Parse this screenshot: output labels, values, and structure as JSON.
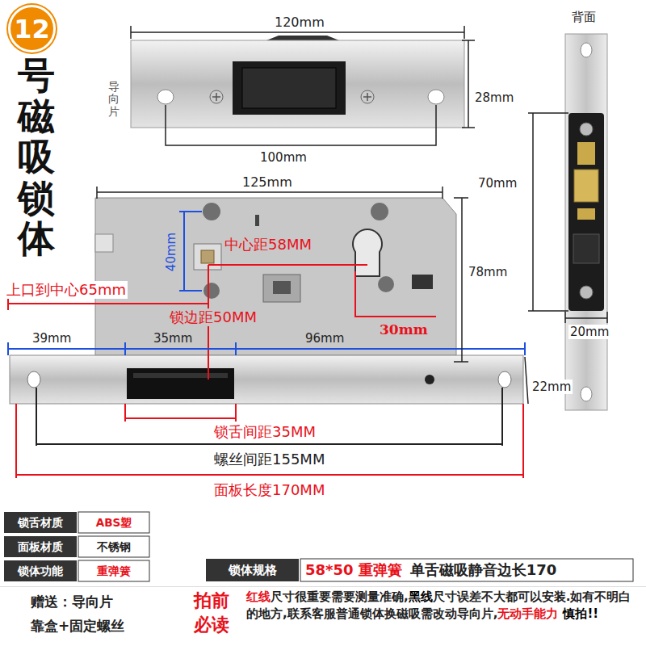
{
  "diagram": {
    "title": "号磁吸锁体",
    "nodes": [
      {
        "text": [
          "12"
        ]
      }
    ],
    "labels": [
      "120mm",
      "导向片",
      "28mm",
      "100mm",
      "背面",
      "70mm",
      "20mm",
      "125mm",
      "40mm",
      "中心距58MM",
      "上口到中心65mm",
      "锁边距50MM",
      "30mm",
      "39mm",
      "35mm",
      "96mm",
      "78mm",
      "22mm",
      "锁舌间距35MM",
      "螺丝间距155MM",
      "面板长度170MM",
      "锁舌材质",
      "ABS塑",
      "面板材质",
      "不锈钢",
      "锁体功能",
      "重弹簧",
      "锁体规格",
      "58*50 重弹簧",
      "单舌磁吸静音边长170",
      "赠送：导向片",
      "靠盒+固定螺丝",
      "拍前",
      "必读",
      "红线",
      "尺寸很重要需要测量准确,",
      "黑线",
      "尺寸误差不大都可以安装.如有不明白的地方,联系客服普通锁体换磁吸需改动导向片,",
      "无动手能力",
      "慎拍!!"
    ]
  }
}
